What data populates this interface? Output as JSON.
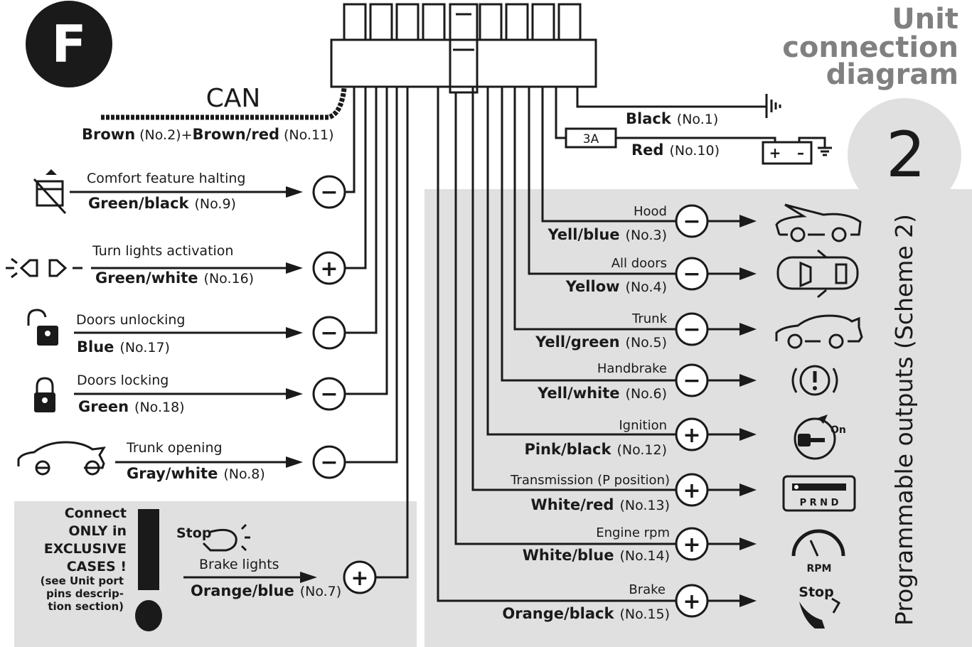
{
  "badge_letter": "F",
  "title": [
    "Unit",
    "connection",
    "diagram"
  ],
  "scheme_number": "2",
  "side_label": "Programmable outputs (Scheme 2)",
  "can": {
    "label": "CAN",
    "wire1_color": "Brown",
    "wire1_no": "(No.2)",
    "plus": "+",
    "wire2_color": "Brown/red",
    "wire2_no": "(No.11)"
  },
  "power": {
    "black_color": "Black",
    "black_no": "(No.1)",
    "fuse": "3A",
    "red_color": "Red",
    "red_no": "(No.10)",
    "battery_plus": "+",
    "battery_minus": "–"
  },
  "left_outputs": [
    {
      "function": "Comfort feature halting",
      "color": "Green/black",
      "no": "(No.9)",
      "polarity": "−",
      "icon": "window-closing-icon"
    },
    {
      "function": "Turn lights activation",
      "color": "Green/white",
      "no": "(No.16)",
      "polarity": "+",
      "icon": "turn-lights-icon"
    },
    {
      "function": "Doors unlocking",
      "color": "Blue",
      "no": "(No.17)",
      "polarity": "−",
      "icon": "unlocked-padlock-icon"
    },
    {
      "function": "Doors locking",
      "color": "Green",
      "no": "(No.18)",
      "polarity": "−",
      "icon": "locked-padlock-icon"
    },
    {
      "function": "Trunk opening",
      "color": "Gray/white",
      "no": "(No.8)",
      "polarity": "−",
      "icon": "car-trunk-open-icon"
    }
  ],
  "exclusive": {
    "warning_lines": [
      "Connect",
      "ONLY in",
      "EXCLUSIVE",
      "CASES !"
    ],
    "note_lines": [
      "(see Unit port",
      "pins descrip-",
      "tion section)"
    ],
    "stop_label": "Stop",
    "function": "Brake lights",
    "color": "Orange/blue",
    "no": "(No.7)",
    "polarity": "+",
    "icon": "brake-pedal-icon"
  },
  "right_outputs": [
    {
      "function": "Hood",
      "color": "Yell/blue",
      "no": "(No.3)",
      "polarity": "−",
      "icon": "car-hood-icon"
    },
    {
      "function": "All doors",
      "color": "Yellow",
      "no": "(No.4)",
      "polarity": "−",
      "icon": "car-doors-icon"
    },
    {
      "function": "Trunk",
      "color": "Yell/green",
      "no": "(No.5)",
      "polarity": "−",
      "icon": "car-trunk-icon"
    },
    {
      "function": "Handbrake",
      "color": "Yell/white",
      "no": "(No.6)",
      "polarity": "−",
      "icon": "handbrake-icon"
    },
    {
      "function": "Ignition",
      "color": "Pink/black",
      "no": "(No.12)",
      "polarity": "+",
      "icon": "ignition-key-icon",
      "icon_text": "On"
    },
    {
      "function": "Transmission (P position)",
      "color": "White/red",
      "no": "(No.13)",
      "polarity": "+",
      "icon": "gear-selector-icon",
      "icon_text": "P R N D"
    },
    {
      "function": "Engine rpm",
      "color": "White/blue",
      "no": "(No.14)",
      "polarity": "+",
      "icon": "tachometer-icon",
      "icon_text": "RPM"
    },
    {
      "function": "Brake",
      "color": "Orange/black",
      "no": "(No.15)",
      "polarity": "+",
      "icon": "brake-icon",
      "icon_text": "Stop"
    }
  ],
  "colors": {
    "ink": "#1a1a1a",
    "panel": "#e0e0e0",
    "title": "#808080"
  }
}
